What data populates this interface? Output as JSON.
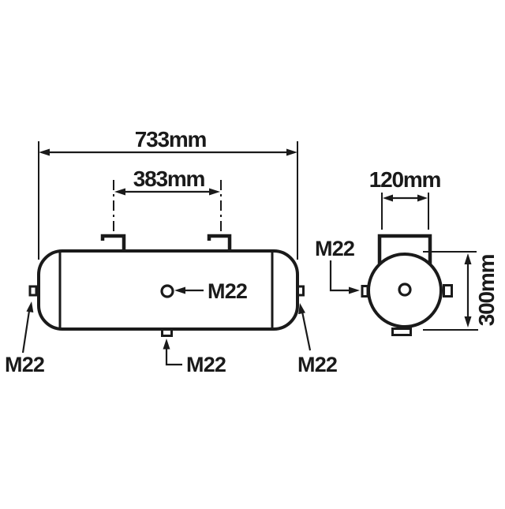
{
  "drawing": {
    "type": "technical-drawing-air-tank",
    "side_view": {
      "length_label": "733mm",
      "bracket_spacing_label": "383mm",
      "port_left_label": "M22",
      "port_center_label": "M22",
      "port_bottom_label": "M22",
      "port_right_label": "M22"
    },
    "end_view": {
      "bracket_width_label": "120mm",
      "diameter_label": "300mm",
      "port_side_label": "M22"
    }
  },
  "colors": {
    "line": "#1a1a1a",
    "background": "#ffffff"
  }
}
